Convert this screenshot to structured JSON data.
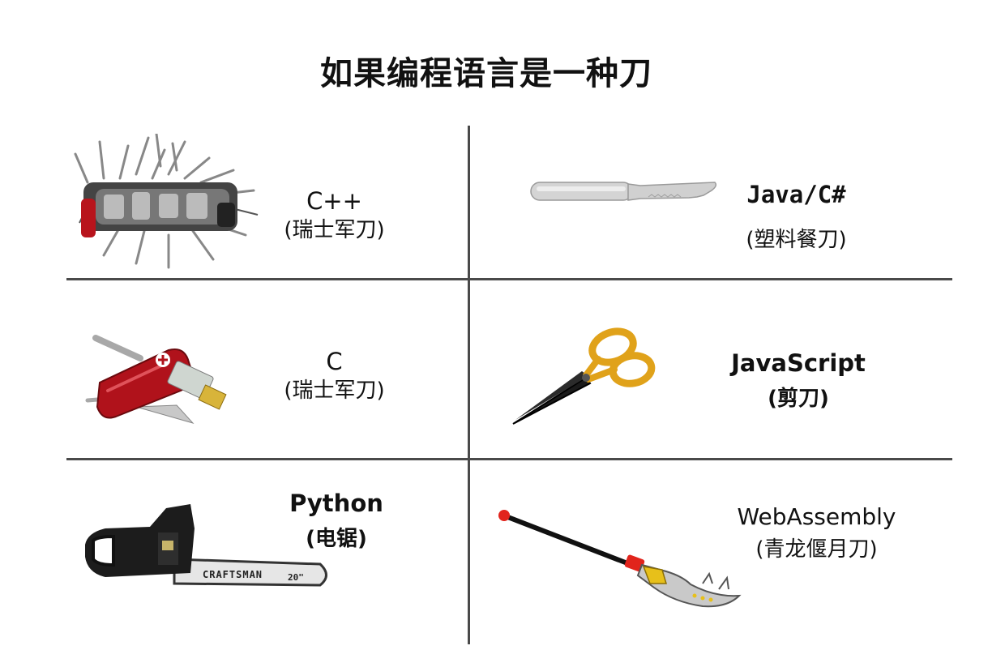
{
  "title": "如果编程语言是一种刀",
  "cells": [
    {
      "language": "C++",
      "knife": "(瑞士军刀)",
      "icon": "swiss-army-knife-giant-icon"
    },
    {
      "language": "Java/C#",
      "knife": "(塑料餐刀)",
      "icon": "plastic-knife-icon"
    },
    {
      "language": "C",
      "knife": "(瑞士军刀)",
      "icon": "swiss-army-knife-usb-icon"
    },
    {
      "language": "JavaScript",
      "knife": "(剪刀)",
      "icon": "scissors-icon"
    },
    {
      "language": "Python",
      "knife": "(电锯)",
      "icon": "chainsaw-icon"
    },
    {
      "language": "WebAssembly",
      "knife": "(青龙偃月刀)",
      "icon": "guandao-blade-icon"
    }
  ],
  "chainsaw_brand": "CRAFTSMAN",
  "chainsaw_size": "20\"",
  "colors": {
    "grid": "#4a4a4a",
    "text": "#111111",
    "background": "#ffffff"
  }
}
